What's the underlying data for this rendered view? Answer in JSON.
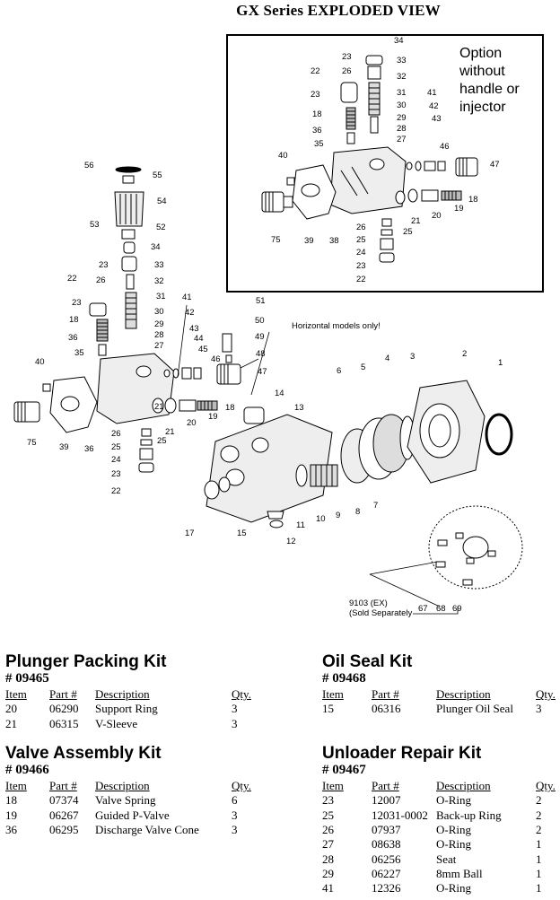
{
  "page_title": "GX Series EXPLODED VIEW",
  "inset": {
    "caption_lines": [
      "Option",
      "without",
      "handle or",
      "injector"
    ]
  },
  "diagram": {
    "horizontal_note": "Horizontal models only!",
    "flange_note_line1": "9103 (EX)",
    "flange_note_line2": "(Sold Separately",
    "flange_bolt_labels": [
      "67",
      "68",
      "69"
    ],
    "main_labels": [
      "56",
      "55",
      "54",
      "53",
      "52",
      "34",
      "23",
      "33",
      "26",
      "32",
      "22",
      "31",
      "23",
      "30",
      "29",
      "18",
      "28",
      "36",
      "27",
      "41",
      "42",
      "43",
      "44",
      "45",
      "46",
      "51",
      "50",
      "49",
      "48",
      "47",
      "40",
      "35",
      "14",
      "13",
      "6",
      "5",
      "4",
      "3",
      "2",
      "1",
      "21",
      "20",
      "19",
      "18",
      "75",
      "39",
      "36",
      "26",
      "25",
      "24",
      "23",
      "22",
      "25",
      "21",
      "10",
      "9",
      "8",
      "7",
      "17",
      "15",
      "11",
      "12"
    ],
    "inset_labels": [
      "34",
      "23",
      "26",
      "33",
      "32",
      "22",
      "31",
      "23",
      "30",
      "18",
      "29",
      "28",
      "27",
      "36",
      "35",
      "40",
      "41",
      "42",
      "43",
      "46",
      "47",
      "21",
      "20",
      "19",
      "18",
      "75",
      "39",
      "38",
      "26",
      "25",
      "24",
      "23",
      "22",
      "25"
    ]
  },
  "kits": {
    "plunger_packing": {
      "title": "Plunger Packing Kit",
      "number": "# 09465",
      "headers": [
        "Item",
        "Part #",
        "Description",
        "Qty."
      ],
      "rows": [
        [
          "20",
          "06290",
          "Support Ring",
          "3"
        ],
        [
          "21",
          "06315",
          "V-Sleeve",
          "3"
        ]
      ]
    },
    "oil_seal": {
      "title": "Oil Seal Kit",
      "number": "# 09468",
      "headers": [
        "Item",
        "Part #",
        "Description",
        "Qty."
      ],
      "rows": [
        [
          "15",
          "06316",
          "Plunger Oil Seal",
          "3"
        ]
      ]
    },
    "valve_assembly": {
      "title": "Valve Assembly Kit",
      "number": "# 09466",
      "headers": [
        "Item",
        "Part #",
        "Description",
        "Qty."
      ],
      "rows": [
        [
          "18",
          "07374",
          "Valve Spring",
          "6"
        ],
        [
          "19",
          "06267",
          "Guided P-Valve",
          "3"
        ],
        [
          "36",
          "06295",
          "Discharge Valve Cone",
          "3"
        ]
      ]
    },
    "unloader_repair": {
      "title": "Unloader Repair Kit",
      "number": "# 09467",
      "headers": [
        "Item",
        "Part #",
        "Description",
        "Qty."
      ],
      "rows": [
        [
          "23",
          "12007",
          "O-Ring",
          "2"
        ],
        [
          "25",
          "12031-0002",
          "Back-up Ring",
          "2"
        ],
        [
          "26",
          "07937",
          "O-Ring",
          "2"
        ],
        [
          "27",
          "08638",
          "O-Ring",
          "1"
        ],
        [
          "28",
          "06256",
          "Seat",
          "1"
        ],
        [
          "29",
          "06227",
          "8mm Ball",
          "1"
        ],
        [
          "41",
          "12326",
          "O-Ring",
          "1"
        ]
      ]
    }
  }
}
